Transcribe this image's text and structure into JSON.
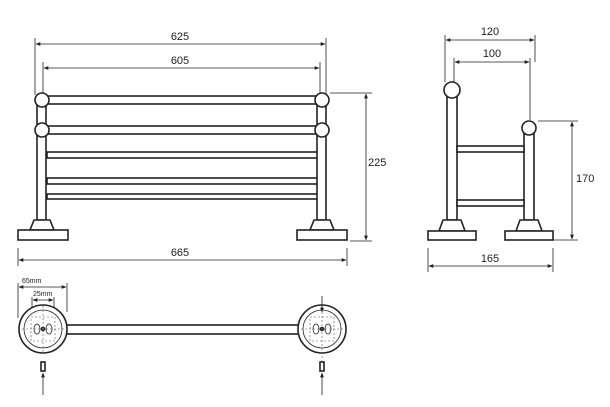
{
  "front_view": {
    "dim_625": "625",
    "dim_605": "605",
    "dim_225": "225",
    "dim_665": "665"
  },
  "side_view": {
    "dim_120": "120",
    "dim_100": "100",
    "dim_170": "170",
    "dim_165": "165"
  },
  "plan_view": {
    "dim_65mm": "65mm",
    "dim_25mm": "25mm"
  },
  "colors": {
    "line": "#222222",
    "background": "#ffffff"
  }
}
